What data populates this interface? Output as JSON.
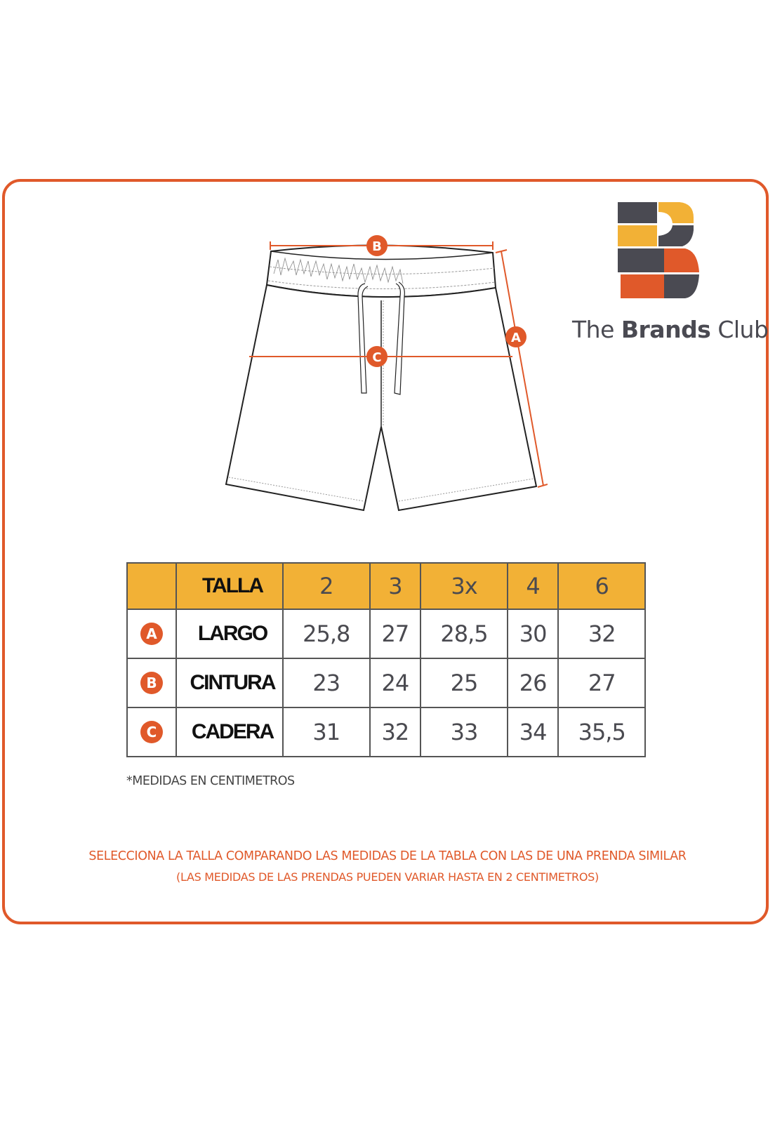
{
  "brand": {
    "name_light": "The ",
    "name_bold": "Brands",
    "name_tail": " Club",
    "colors": {
      "dark": "#4a4a52",
      "yellow": "#f2b136",
      "orange": "#e0592a"
    }
  },
  "diagram": {
    "markers": [
      {
        "letter": "A",
        "meaning": "LARGO"
      },
      {
        "letter": "B",
        "meaning": "CINTURA"
      },
      {
        "letter": "C",
        "meaning": "CADERA"
      }
    ]
  },
  "table": {
    "header_label": "TALLA",
    "sizes": [
      "2",
      "3",
      "3x",
      "4",
      "6"
    ],
    "rows": [
      {
        "badge": "A",
        "label": "LARGO",
        "values": [
          "25,8",
          "27",
          "28,5",
          "30",
          "32"
        ]
      },
      {
        "badge": "B",
        "label": "CINTURA",
        "values": [
          "23",
          "24",
          "25",
          "26",
          "27"
        ]
      },
      {
        "badge": "C",
        "label": "CADERA",
        "values": [
          "31",
          "32",
          "33",
          "34",
          "35,5"
        ]
      }
    ]
  },
  "note": "*MEDIDAS EN CENTIMETROS",
  "instructions": {
    "line1": "SELECCIONA LA TALLA COMPARANDO LAS MEDIDAS DE LA TABLA CON LAS DE UNA PRENDA SIMILAR",
    "line2": "(LAS MEDIDAS DE LAS PRENDAS PUEDEN VARIAR HASTA EN 2 CENTIMETROS)"
  },
  "colors": {
    "accent": "#e0592a",
    "header_bg": "#f2b136",
    "border": "#555555"
  }
}
